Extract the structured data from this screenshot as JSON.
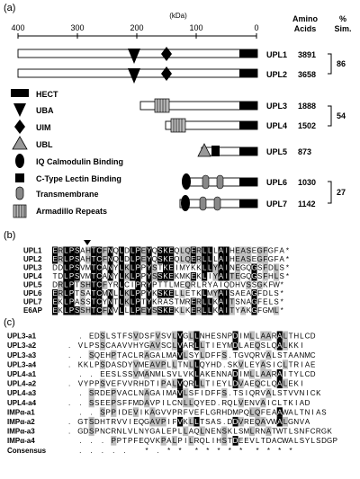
{
  "panel_a": {
    "label": "(a)",
    "axis_unit": "(kDa)",
    "axis_ticks": [
      "400",
      "300",
      "200",
      "100",
      "0"
    ],
    "col_amino": "Amino\nAcids",
    "col_sim": "%\nSim.",
    "proteins": [
      {
        "name": "UPL1",
        "aa": "3891"
      },
      {
        "name": "UPL2",
        "aa": "3658"
      },
      {
        "name": "UPL3",
        "aa": "1888"
      },
      {
        "name": "UPL4",
        "aa": "1502"
      },
      {
        "name": "UPL5",
        "aa": "873"
      },
      {
        "name": "UPL6",
        "aa": "1030"
      },
      {
        "name": "UPL7",
        "aa": "1142"
      }
    ],
    "similarities": [
      "86",
      "54",
      "27"
    ],
    "legend": [
      "HECT",
      "UBA",
      "UIM",
      "UBL",
      "IQ Calmodulin Binding",
      "C-Type Lectin Binding",
      "Transmembrane",
      "Armadillo Repeats"
    ]
  },
  "panel_b": {
    "label": "(b)",
    "rows": [
      {
        "name": "UPL1",
        "seq": "ERLPSAHTCFNQLDLPEYQSKEQLQERLLLAIHEASEGFGFA*"
      },
      {
        "name": "UPL2",
        "seq": "ERLPSAHTCFNQLDLPEYQSKEQLQERLLLAIHEASEGFGFA*"
      },
      {
        "name": "UPL3",
        "seq": "DDLPSVMTCANYLKLPPYSTKEIMYKKLLYAINEGQGSFDLS*"
      },
      {
        "name": "UPL4",
        "seq": "TDLPSVMTCANYLKLPPYSSKEKMKEKLIYAITEGQGSFHLS*"
      },
      {
        "name": "UPL5",
        "seq": "DRLPTSHTCFYRLCIPRYPTTLMEQRLRYAIQDHVSSGKFW*"
      },
      {
        "name": "UPL6",
        "seq": "ERLPTSATCMNLLKLPPYKSKELLETKLMYAISAEAGFDLS*"
      },
      {
        "name": "UPL7",
        "seq": "EKLPASSTCYNTLKLPTYKRASTMRERLLKAITSNAGFELS*"
      },
      {
        "name": "E6AP",
        "seq": "EKLPSSHTCFNVLLLPEYSSKEKLKERLLKAITYAKGFGML*"
      }
    ]
  },
  "panel_c": {
    "label": "(c)",
    "rows": [
      {
        "name": "UPL3-a1",
        "seq": "  . EDSLSTFSVDSFVSVLVGLLNHESNPDIMLLAARALTHLCD"
      },
      {
        "name": "UPL3-a2",
        "seq": ". VLPSSCAAVVHYGAVSCLVARLLTIEYMDLAEQSLQALKKI"
      },
      {
        "name": "UPL3-a3",
        "seq": ". . SQEHPTACLRAGALMAVLSYLDFFS.TGVQRVALSTAANMC"
      },
      {
        "name": "UPL3-a4",
        "seq": ". KKLPSDASDYVMEAVPLLTNLLQYHD.SKVLEYASICLTRIAE"
      },
      {
        "name": "UPL4-a1",
        "seq": "  . . EESLSSVMANMLSVLVKLAKENNADIMLLAARAITYLCD"
      },
      {
        "name": "UPL4-a2",
        "seq": ". VYPPSVEFVVRHDTIPALVQRLLTIEYLDVAEQCLQALEKI"
      },
      {
        "name": "UPL4-a3",
        "seq": "  . SRDEPVACLNAGAIMAVLSFIDFFS.TSIQRVALSTVVNICK"
      },
      {
        "name": "UPL4-a4",
        "seq": ". . SSEEPSFFMDAVPILCNLLQYED.RQLVENVAICLTKIAD"
      },
      {
        "name": "IMPα-a1",
        "seq": "  . . SPPIDEVIKAGVVPRFVEFLGRHDMPQLQFEAAWALTNIAS"
      },
      {
        "name": "IMPα-a2",
        "seq": ". GTSDHTRVVIEQGAVPIFVKLLTSAS.DDVREQAVWALGNVA"
      },
      {
        "name": "IMPα-a3",
        "seq": ". GDSPNCRNLVLNYGALEPLLAQLNENSKLSMLRNATWTLSNFCRGK"
      },
      {
        "name": "IMPα-a4",
        "seq": "  . . . PPTPFEQVKPALPILRQLIHSTDEEVLTDACWALSYLSDGP"
      }
    ],
    "consensus_label": "Consensus",
    "consensus": "  . . . . .   * . * *  * * * * *  * * * *"
  }
}
